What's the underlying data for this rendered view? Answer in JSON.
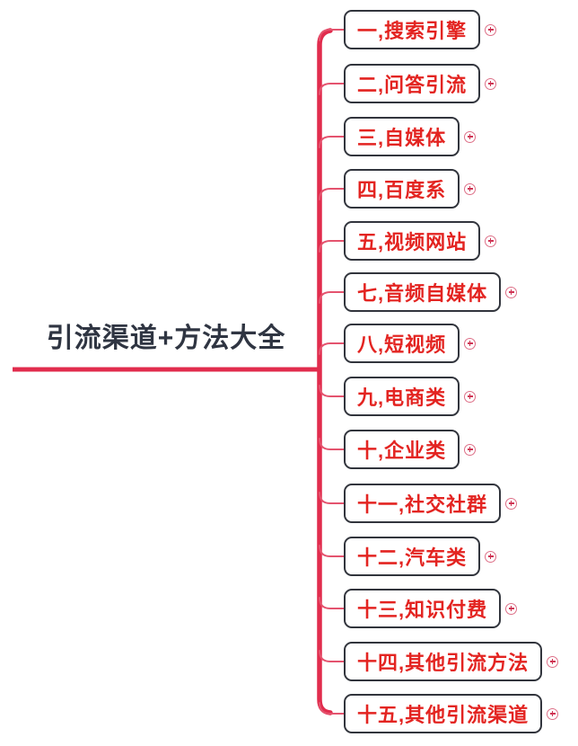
{
  "central_topic": {
    "title": "引流渠道+方法大全"
  },
  "branches": [
    {
      "label": "一,搜索引擎"
    },
    {
      "label": "二,问答引流"
    },
    {
      "label": "三,自媒体"
    },
    {
      "label": "四,百度系"
    },
    {
      "label": "五,视频网站"
    },
    {
      "label": "七,音频自媒体"
    },
    {
      "label": "八,短视频"
    },
    {
      "label": "九,电商类"
    },
    {
      "label": "十,企业类"
    },
    {
      "label": "十一,社交社群"
    },
    {
      "label": "十二,汽车类"
    },
    {
      "label": "十三,知识付费"
    },
    {
      "label": "十四,其他引流方法"
    },
    {
      "label": "十五,其他引流渠道"
    }
  ],
  "icons": {
    "expand": "circled-plus ⊕"
  },
  "colors": {
    "connector_line": "#e12c4d",
    "branch_text": "#e32421",
    "branch_border": "#32353d",
    "central_text": "#2f3542",
    "expand_icon": "#cf3353",
    "background": "#ffffff"
  }
}
